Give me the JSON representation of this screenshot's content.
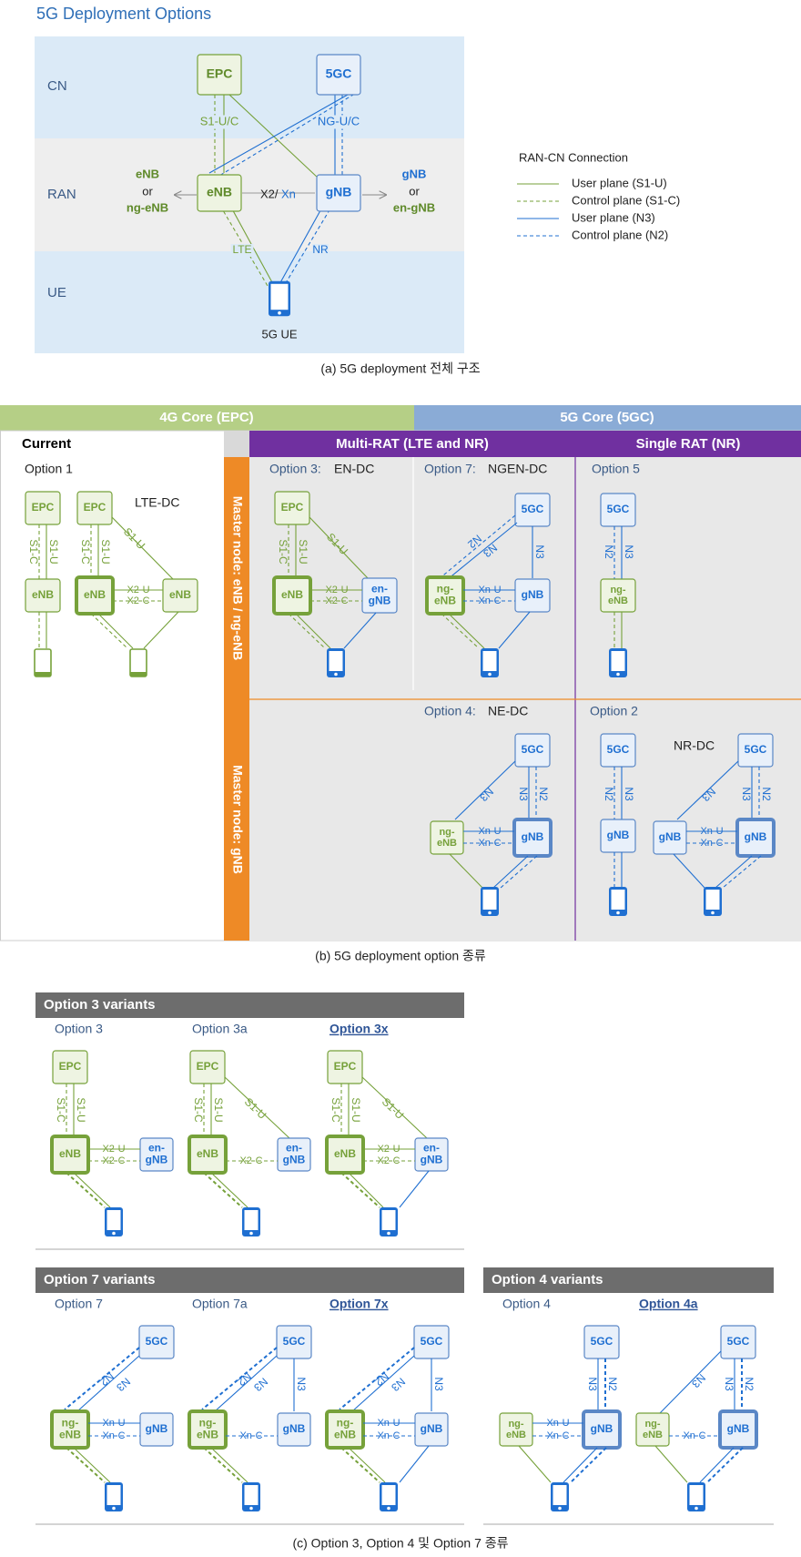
{
  "colors": {
    "epc_green": "#76a13a",
    "gc_blue": "#1f6fd1",
    "bar_green": "#b5cf86",
    "bar_blue": "#8aabd6",
    "purple": "#7030a0",
    "orange": "#ee8a26",
    "gray_header": "#6d6d6d",
    "band_blue": "#dbeaf7",
    "band_gray": "#eeeeee"
  },
  "part_a": {
    "title": "5G Deployment Options",
    "bands": [
      "CN",
      "RAN",
      "UE"
    ],
    "nodes": {
      "epc": "EPC",
      "fivegc": "5GC",
      "enb": "eNB",
      "gnb": "gNB",
      "ue": "5G UE"
    },
    "link_labels": {
      "s1": "S1-U/C",
      "ng": "NG-U/C",
      "lte": "LTE",
      "nr": "NR",
      "x2": "X2/",
      "xn": "Xn"
    },
    "left_alt": [
      "eNB",
      "or",
      "ng-eNB"
    ],
    "right_alt": [
      "gNB",
      "or",
      "en-gNB"
    ],
    "legend": {
      "title": "RAN-CN Connection",
      "items": [
        "User plane (S1-U)",
        "Control plane (S1-C)",
        "User plane (N3)",
        "Control plane (N2)"
      ]
    },
    "caption": "(a) 5G deployment 전체 구조"
  },
  "part_b": {
    "core_4g": "4G Core (EPC)",
    "core_5g": "5G Core (5GC)",
    "current": "Current",
    "multi_rat": "Multi-RAT (LTE and NR)",
    "single_rat": "Single RAT (NR)",
    "master_enb": "Master node: eNB / ng-eNB",
    "master_gnb": "Master node: gNB",
    "option1": "Option 1",
    "lte_dc": "LTE-DC",
    "option3": "Option 3:",
    "en_dc": "EN-DC",
    "option7": "Option 7:",
    "ngen_dc": "NGEN-DC",
    "option5": "Option 5",
    "option4": "Option 4:",
    "ne_dc": "NE-DC",
    "option2": "Option 2",
    "nr_dc": "NR-DC",
    "caption": "(b) 5G deployment option 종류"
  },
  "part_c": {
    "opt3_header": "Option 3 variants",
    "opt7_header": "Option 7 variants",
    "opt4_header": "Option 4 variants",
    "opt3_labels": [
      "Option 3",
      "Option 3a",
      "Option 3x"
    ],
    "opt7_labels": [
      "Option 7",
      "Option 7a",
      "Option 7x"
    ],
    "opt4_labels": [
      "Option 4",
      "Option 4a"
    ],
    "caption": "(c) Option 3, Option 4 및 Option 7 종류"
  },
  "labels": {
    "epc": "EPC",
    "fivegc": "5GC",
    "enb": "eNB",
    "gnb": "gNB",
    "en": "en-",
    "ng": "ng-",
    "s1u": "S1-U",
    "s1c": "S1-C",
    "x2u": "X2-U",
    "x2c": "X2-C",
    "xnu": "Xn-U",
    "xnc": "Xn-C",
    "n2": "N2",
    "n3": "N3"
  }
}
